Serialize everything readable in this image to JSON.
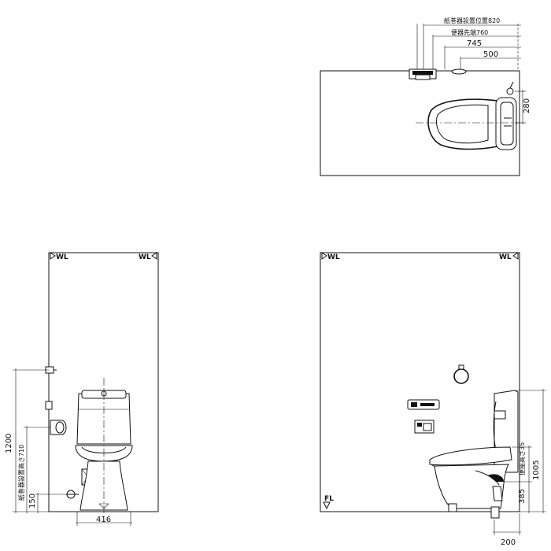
{
  "plan": {
    "dims": {
      "paper_holder": "紙巻器設置位置820",
      "tank_front": "便器先端760",
      "d745": "745",
      "d500": "500",
      "d280": "280"
    }
  },
  "front": {
    "wl_left": "WL",
    "wl_right": "WL",
    "dims": {
      "d1200": "1200",
      "paper_height": "紙巻器設置高さ710",
      "d150": "150",
      "d416": "416"
    }
  },
  "side": {
    "wl_left": "WL",
    "wl_right": "WL",
    "fl": "FL",
    "dims": {
      "d1005": "1005",
      "seat_height": "便座高さ35",
      "d385": "385",
      "d200": "200"
    }
  }
}
